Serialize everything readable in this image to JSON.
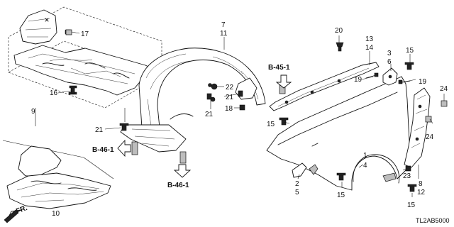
{
  "part_numbers": {
    "n1": "1",
    "n2": "2",
    "n3": "3",
    "n4": "4",
    "n5": "5",
    "n6": "6",
    "n7": "7",
    "n8": "8",
    "n9": "9",
    "n10": "10",
    "n11": "11",
    "n12": "12",
    "n13": "13",
    "n14": "14",
    "n15": "15",
    "n16": "16",
    "n17": "17",
    "n18": "18",
    "n19": "19",
    "n20": "20",
    "n21": "21",
    "n22": "22",
    "n23": "23",
    "n24": "24"
  },
  "refs": {
    "b45_1": "B-45-1",
    "b46_1": "B-46-1"
  },
  "direction_label": "FR.",
  "diagram_code": "TL2AB5000"
}
